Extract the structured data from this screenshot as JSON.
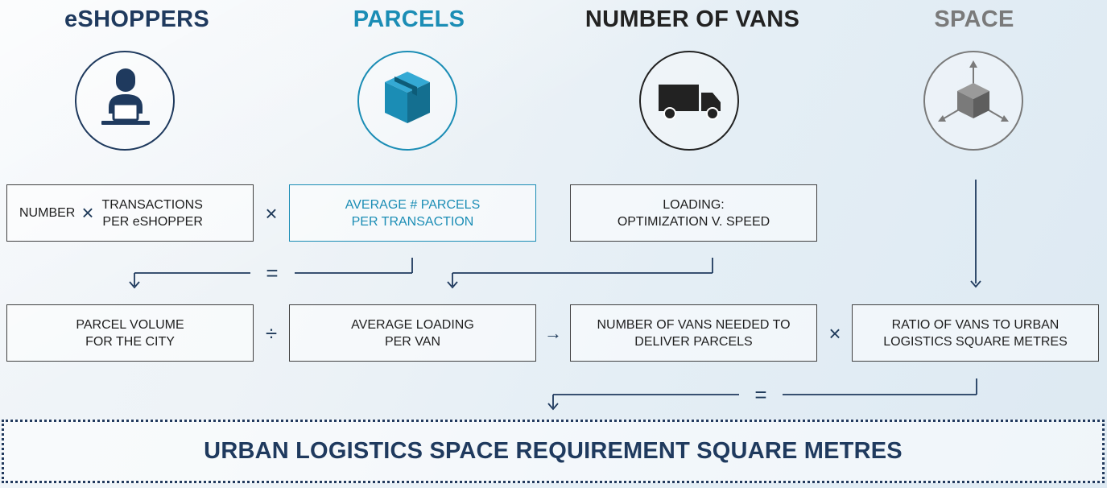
{
  "headers": {
    "eshoppers": "eSHOPPERS",
    "parcels": "PARCELS",
    "vans": "NUMBER OF VANS",
    "space": "SPACE"
  },
  "row1": {
    "number": "NUMBER",
    "times_1": "×",
    "transactions_line1": "TRANSACTIONS",
    "transactions_line2": "PER eSHOPPER",
    "times_2": "×",
    "avg_parcels_line1": "AVERAGE # PARCELS",
    "avg_parcels_line2": "PER TRANSACTION",
    "loading_line1": "LOADING:",
    "loading_line2": "OPTIMIZATION V. SPEED"
  },
  "equals_1": "=",
  "row2": {
    "parcel_volume_line1": "PARCEL VOLUME",
    "parcel_volume_line2": "FOR THE CITY",
    "divide": "÷",
    "avg_loading_line1": "AVERAGE LOADING",
    "avg_loading_line2": "PER VAN",
    "arrow": "→",
    "vans_needed_line1": "NUMBER OF VANS NEEDED TO",
    "vans_needed_line2": "DELIVER PARCELS",
    "times_3": "×",
    "ratio_line1": "RATIO OF VANS TO URBAN",
    "ratio_line2": "LOGISTICS SQUARE METRES"
  },
  "equals_2": "=",
  "result": "URBAN LOGISTICS SPACE REQUIREMENT SQUARE METRES",
  "icons": [
    "person-at-laptop-icon",
    "parcel-box-icon",
    "delivery-van-icon",
    "space-cube-icon"
  ],
  "colors": {
    "navy": "#1f3a5e",
    "teal": "#1b8db5",
    "black": "#222222",
    "gray": "#7a7a7a"
  }
}
